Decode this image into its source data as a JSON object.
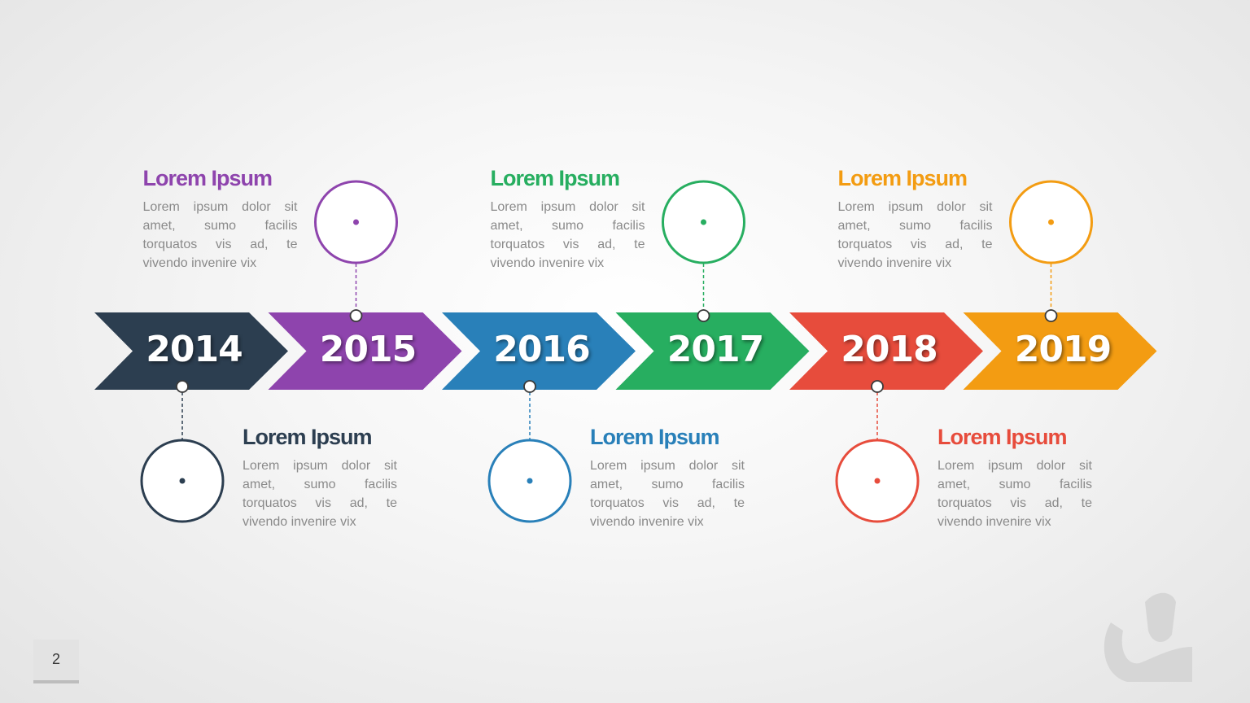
{
  "slide": {
    "page_number": "2"
  },
  "colors": {
    "navy": "#2c3e50",
    "purple": "#8e44ad",
    "blue": "#2980b9",
    "green": "#27ae60",
    "red": "#e74c3c",
    "orange": "#f39c12",
    "body_text": "#8a8a8a"
  },
  "timeline": [
    {
      "year": "2014",
      "color": "#2c3e50",
      "side": "bottom",
      "heading": "Lorem Ipsum",
      "text": "Lorem ipsum dolor sit amet, sumo facilis torquatos vis ad, te vivendo invenire vix"
    },
    {
      "year": "2015",
      "color": "#8e44ad",
      "side": "top",
      "heading": "Lorem Ipsum",
      "text": "Lorem ipsum dolor sit amet, sumo facilis torquatos vis ad, te vivendo invenire vix"
    },
    {
      "year": "2016",
      "color": "#2980b9",
      "side": "bottom",
      "heading": "Lorem Ipsum",
      "text": "Lorem ipsum dolor sit amet, sumo facilis torquatos vis ad, te vivendo invenire vix"
    },
    {
      "year": "2017",
      "color": "#27ae60",
      "side": "top",
      "heading": "Lorem Ipsum",
      "text": "Lorem ipsum dolor sit amet, sumo facilis torquatos vis ad, te vivendo invenire vix"
    },
    {
      "year": "2018",
      "color": "#e74c3c",
      "side": "bottom",
      "heading": "Lorem Ipsum",
      "text": "Lorem ipsum dolor sit amet, sumo facilis torquatos vis ad, te vivendo invenire vix"
    },
    {
      "year": "2019",
      "color": "#f39c12",
      "side": "top",
      "heading": "Lorem Ipsum",
      "text": "Lorem ipsum dolor sit amet, sumo facilis torquatos vis ad, te vivendo invenire vix"
    }
  ]
}
